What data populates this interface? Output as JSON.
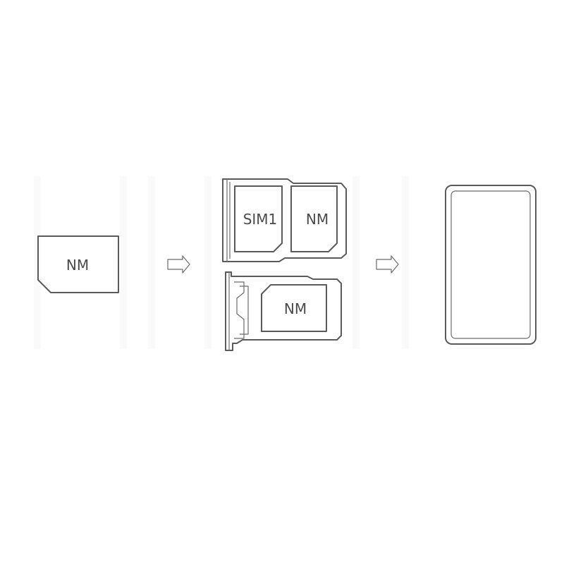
{
  "card": {
    "label": "NM"
  },
  "tray_dual": {
    "slot1_label": "SIM1",
    "slot2_label": "NM"
  },
  "tray_single": {
    "slot_label": "NM"
  },
  "colors": {
    "line": "#5a5a5a",
    "text": "#4a4a4a",
    "background": "#ffffff"
  }
}
